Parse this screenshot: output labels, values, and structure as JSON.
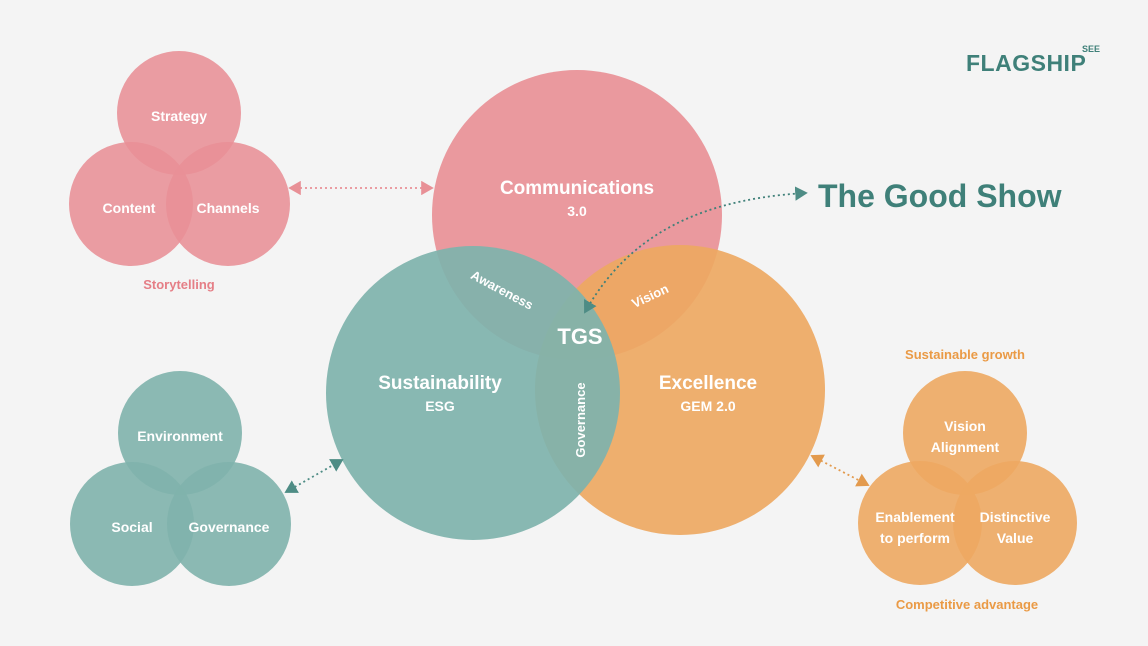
{
  "logo": {
    "text": "FLAGSHIP",
    "suffix": "SEE"
  },
  "headline": "The Good Show",
  "colors": {
    "pink": "#e89096",
    "teal": "#7fb3ac",
    "orange": "#eda862",
    "teal_text": "#3f8079",
    "pink_text": "#e57e86",
    "orange_text": "#ea9a45",
    "background": "#f4f4f4"
  },
  "center": {
    "communications": {
      "title": "Communications",
      "subtitle": "3.0"
    },
    "sustainability": {
      "title": "Sustainability",
      "subtitle": "ESG"
    },
    "excellence": {
      "title": "Excellence",
      "subtitle": "GEM 2.0"
    },
    "core": "TGS",
    "overlaps": {
      "awareness": "Awareness",
      "vision": "Vision",
      "governance": "Governance"
    }
  },
  "storytelling": {
    "caption": "Storytelling",
    "items": [
      "Strategy",
      "Content",
      "Channels"
    ]
  },
  "esg": {
    "items": [
      "Environment",
      "Social",
      "Governance"
    ]
  },
  "growth": {
    "top_caption": "Sustainable growth",
    "bottom_caption": "Competitive advantage",
    "items": {
      "top": [
        "Vision",
        "Alignment"
      ],
      "left": [
        "Enablement",
        "to perform"
      ],
      "right": [
        "Distinctive",
        "Value"
      ]
    }
  }
}
